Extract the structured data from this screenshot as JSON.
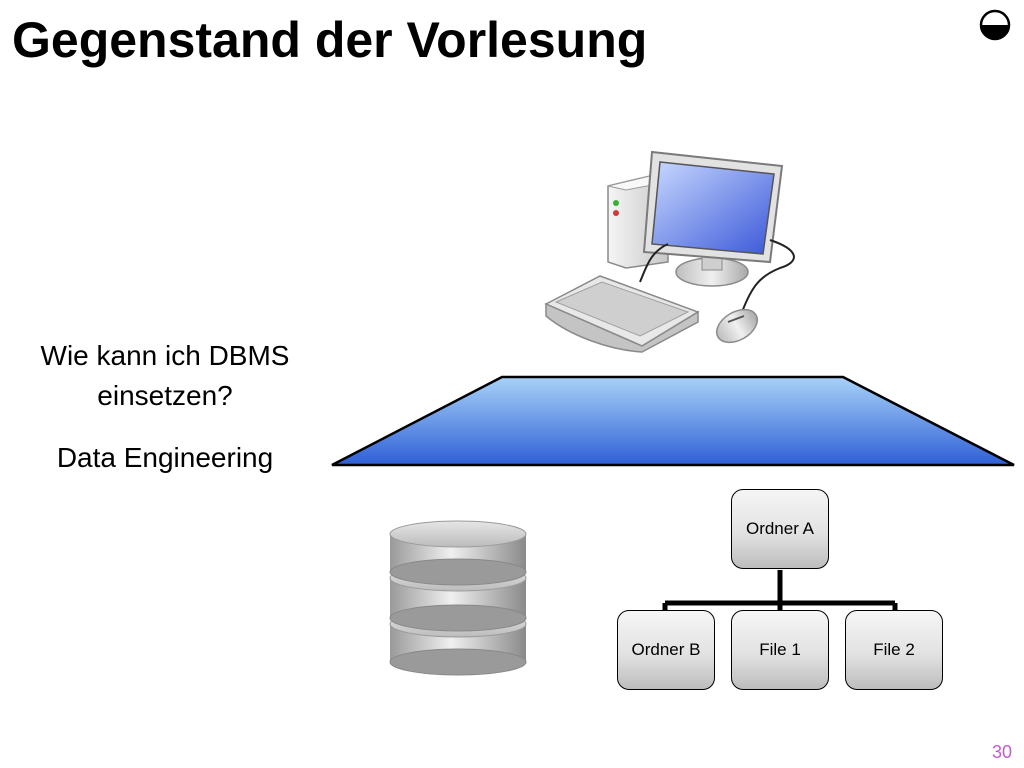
{
  "slide": {
    "title": "Gegenstand der Vorlesung",
    "question_line1": "Wie kann ich DBMS",
    "question_line2": "einsetzen?",
    "subject": "Data Engineering",
    "page_number": "30"
  },
  "tree": {
    "root": "Ordner A",
    "children": [
      "Ordner B",
      "File 1",
      "File 2"
    ]
  },
  "icons": {
    "corner": "half-filled-circle-icon",
    "computer": "desktop-computer-icon",
    "database": "database-stack-icon"
  },
  "colors": {
    "platform_top": "#a8d2f8",
    "platform_bottom": "#3060d8",
    "page_number": "#c45ccf"
  }
}
